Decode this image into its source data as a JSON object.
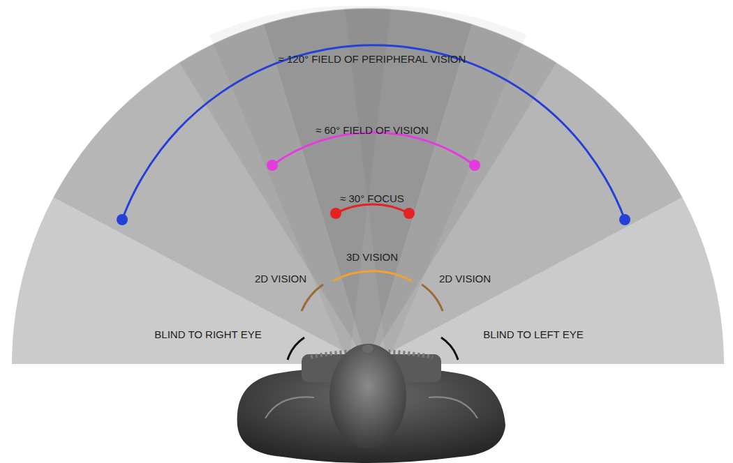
{
  "diagram": {
    "labels": [
      "≈ 120° FIELD OF PERIPHERAL VISION",
      "≈ 60° FIELD OF VISION",
      "≈ 30° FOCUS",
      "3D VISION",
      "2D VISION",
      "2D VISION",
      "BLIND TO RIGHT EYE",
      "BLIND TO LEFT EYE"
    ]
  }
}
